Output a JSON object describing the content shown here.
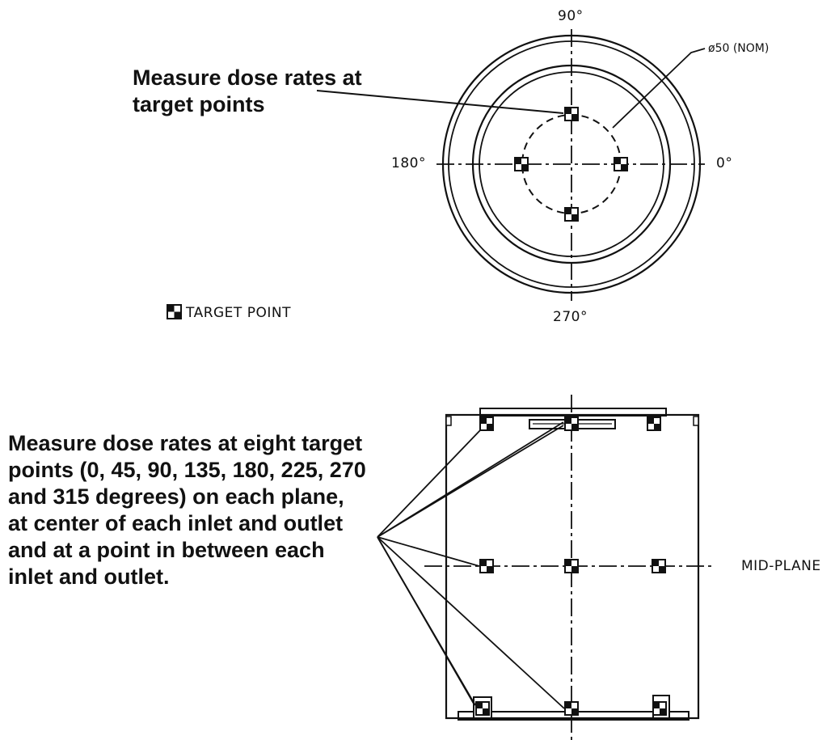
{
  "top_view": {
    "angle_labels": {
      "deg90": "90°",
      "deg180": "180°",
      "deg0": "0°",
      "deg270": "270°"
    },
    "diameter_label": "ø50 (NOM)",
    "annotation": "Measure dose rates at target points"
  },
  "legend": {
    "label": "TARGET POINT"
  },
  "side_view": {
    "annotation": "Measure dose rates at eight target points (0, 45, 90, 135, 180, 225, 270 and 315 degrees) on each plane, at center of each inlet and outlet and at a point in between each inlet and outlet.",
    "midplane_label": "MID-PLANE"
  }
}
